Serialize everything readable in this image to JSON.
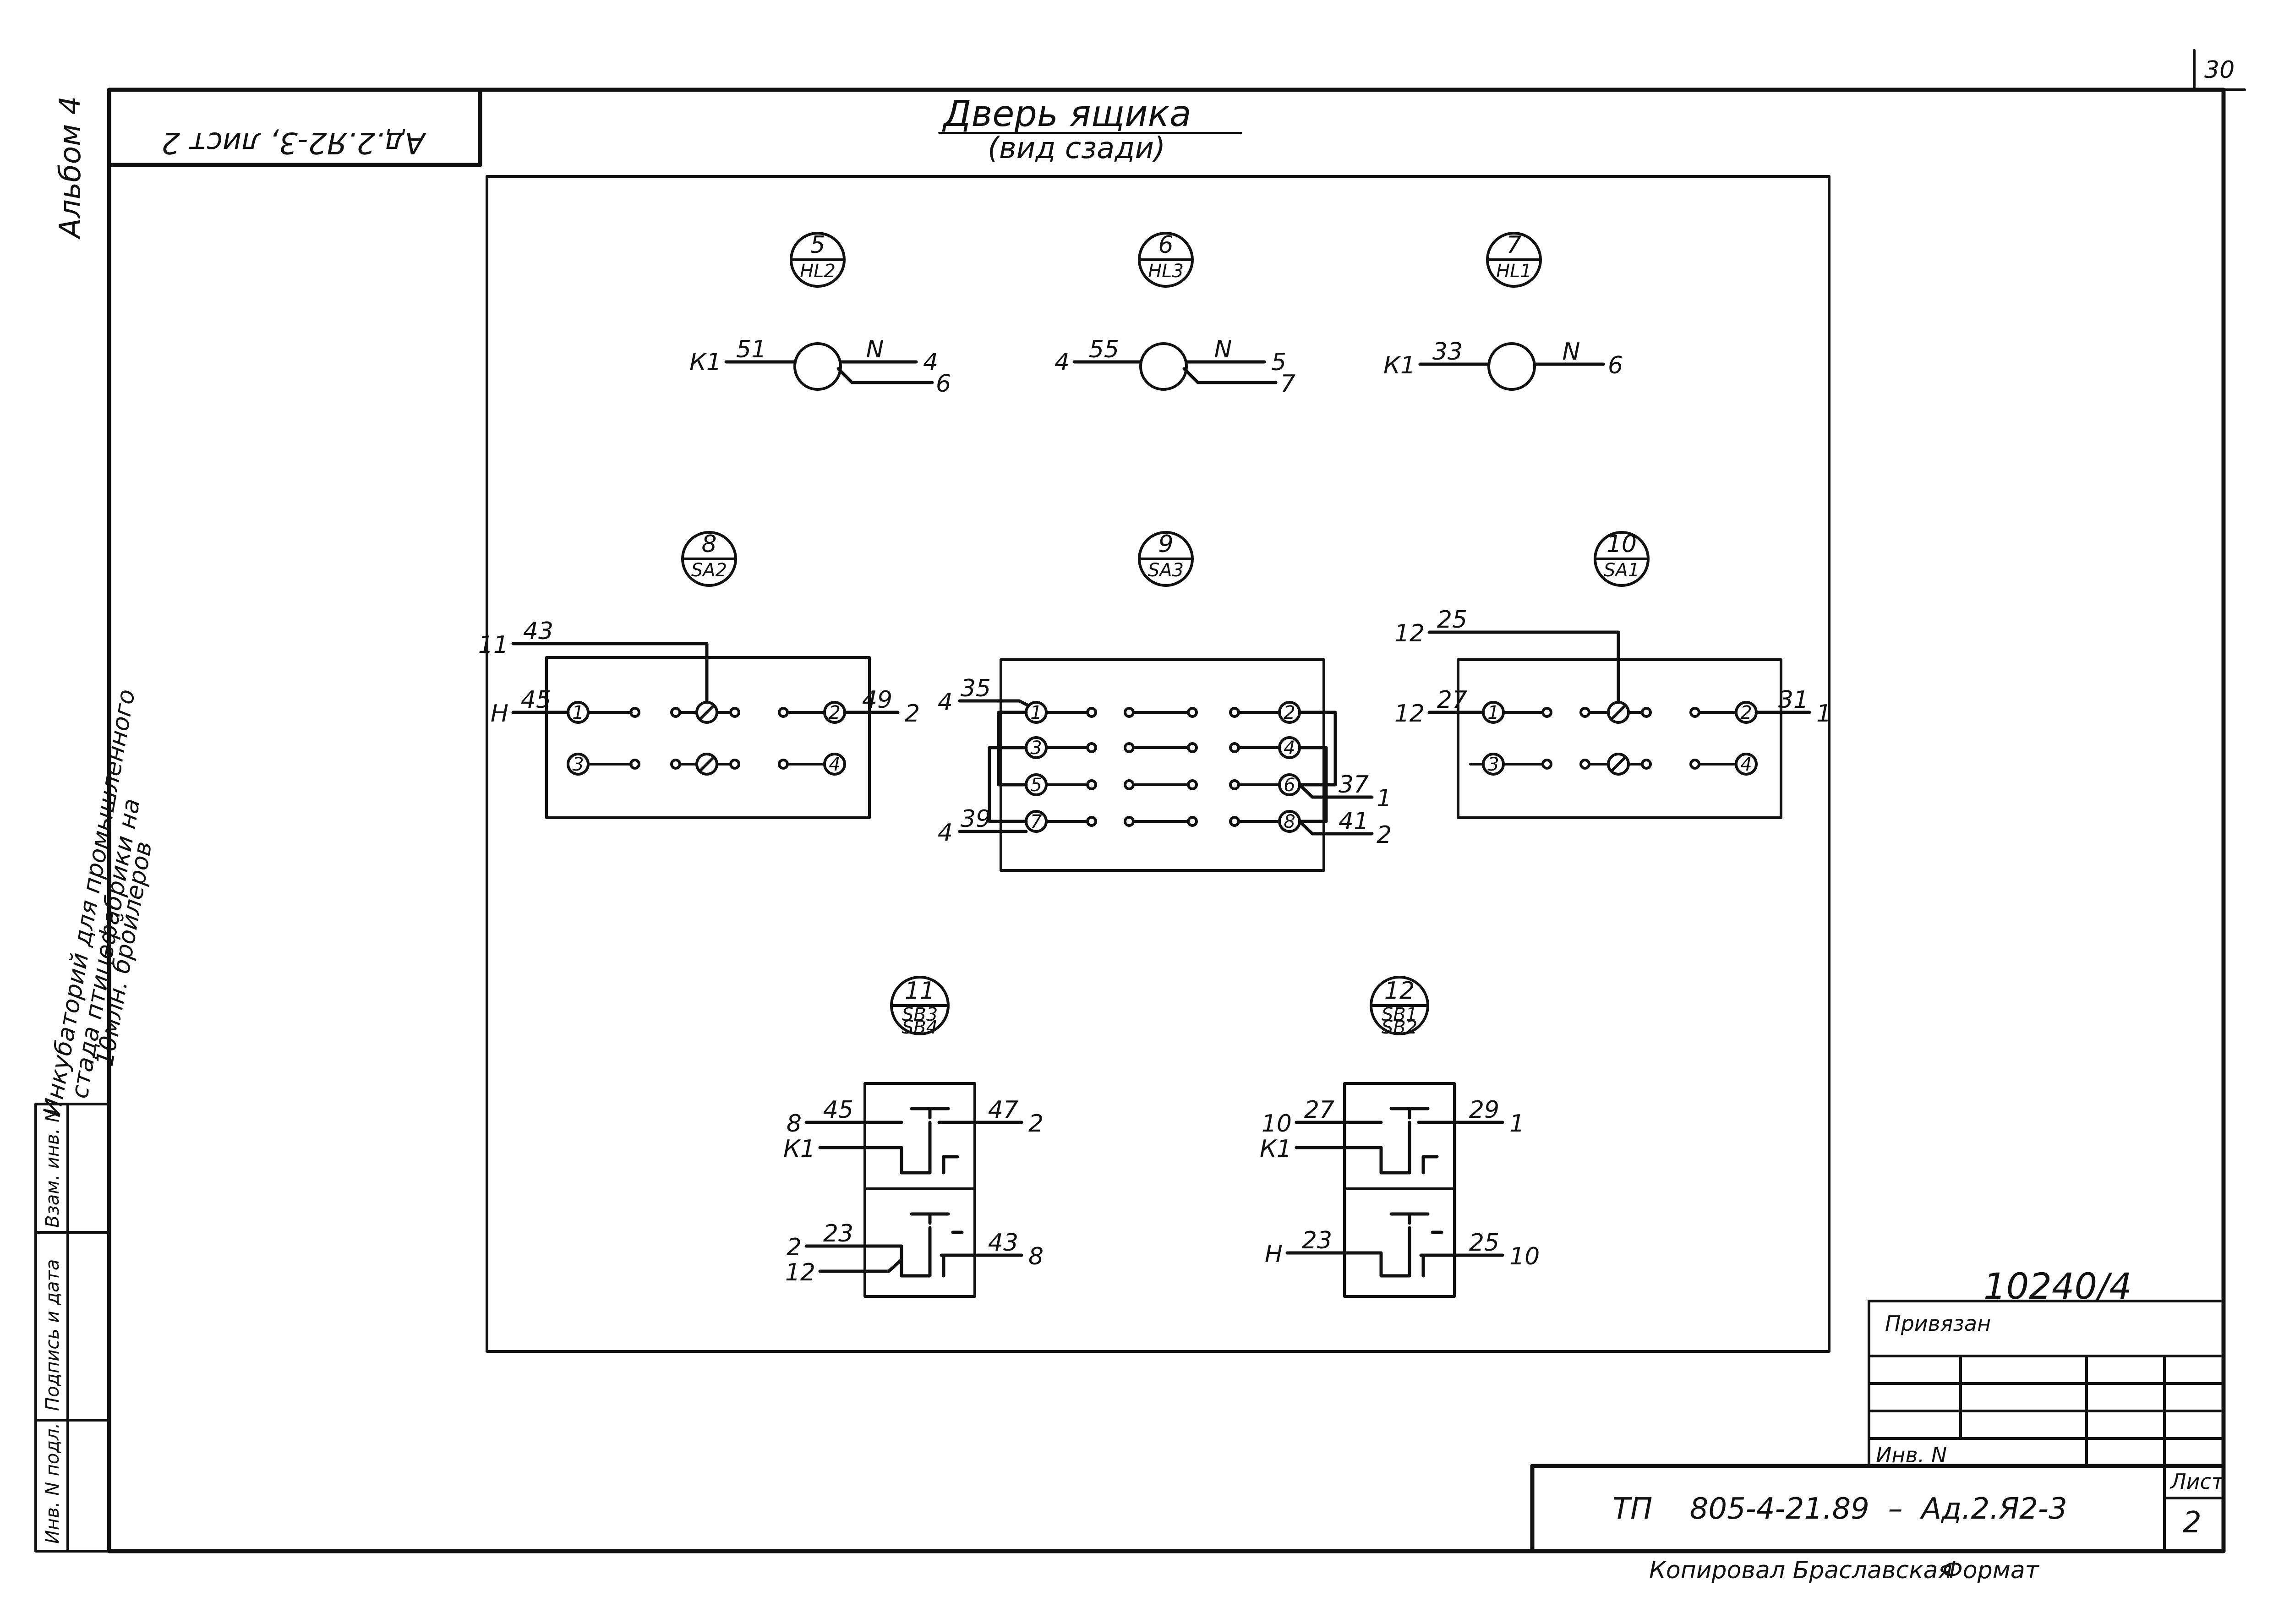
{
  "sheet": {
    "page_number": "30",
    "album": "Альбом 4",
    "reference_box": "Ад.2.Я2-3, лист 2",
    "side_title": [
      "Инкубаторий для промышленного",
      "стада птицефабрики на",
      "10млн. бройлеров"
    ],
    "side_stamp": [
      "Инв. N подл.",
      "Подпись и дата",
      "Взам. инв. N"
    ],
    "title_main": "Дверь ящика",
    "title_sub": "(вид сзади)"
  },
  "lamps": [
    {
      "num": "5",
      "code": "HL2",
      "left_pin": "К1",
      "left_wire": "51",
      "right_label": "N",
      "out1": "4",
      "out2": "6"
    },
    {
      "num": "6",
      "code": "HL3",
      "left_pin": "4",
      "left_wire": "55",
      "right_label": "N",
      "out1": "5",
      "out2": "7"
    },
    {
      "num": "7",
      "code": "HL1",
      "left_pin": "К1",
      "left_wire": "33",
      "right_label": "N",
      "out1": "6"
    }
  ],
  "switches": [
    {
      "num": "8",
      "code": "SA2",
      "contacts": [
        "1",
        "2",
        "3",
        "4"
      ],
      "wires": {
        "top_pin": "11",
        "top_wire": "43",
        "in_pin": "Н",
        "in_wire": "45",
        "out_wire": "49",
        "out_pin": "2"
      }
    },
    {
      "num": "9",
      "code": "SA3",
      "contacts": [
        "1",
        "2",
        "3",
        "4",
        "5",
        "6",
        "7",
        "8"
      ],
      "wires": {
        "in1_pin": "4",
        "in1_wire": "35",
        "in2_pin": "4",
        "in2_wire": "39",
        "out1_wire": "37",
        "out1_pin": "1",
        "out2_wire": "41",
        "out2_pin": "2"
      }
    },
    {
      "num": "10",
      "code": "SA1",
      "contacts": [
        "1",
        "2",
        "3",
        "4"
      ],
      "wires": {
        "top_pin": "12",
        "top_wire": "25",
        "in_pin": "12",
        "in_wire": "27",
        "out_wire": "31",
        "out_pin": "1"
      }
    }
  ],
  "buttons": [
    {
      "num": "11",
      "code_top": "SB3",
      "code_bottom": "SB4",
      "upper": {
        "in_pin": "8",
        "in_wire": "45",
        "k_pin": "К1",
        "out_wire": "47",
        "out_pin": "2"
      },
      "lower": {
        "in_pin": "2",
        "in_wire": "23",
        "k_pin": "12",
        "out_wire": "43",
        "out_pin": "8"
      }
    },
    {
      "num": "12",
      "code_top": "SB1",
      "code_bottom": "SB2",
      "upper": {
        "in_pin": "10",
        "in_wire": "27",
        "k_pin": "К1",
        "out_wire": "29",
        "out_pin": "1"
      },
      "lower": {
        "in_pin": "Н",
        "in_wire": "23",
        "out_wire": "25",
        "out_pin": "10"
      }
    }
  ],
  "title_block": {
    "handwritten_no": "10240/4",
    "bound_label": "Привязан",
    "inv_label": "Инв. N",
    "code": "ТП    805-4-21.89  –  Ад.2.Я2-3",
    "sheet_label": "Лист",
    "sheet_value": "2",
    "copied": "Копировал Браславская",
    "format": "Формат"
  }
}
